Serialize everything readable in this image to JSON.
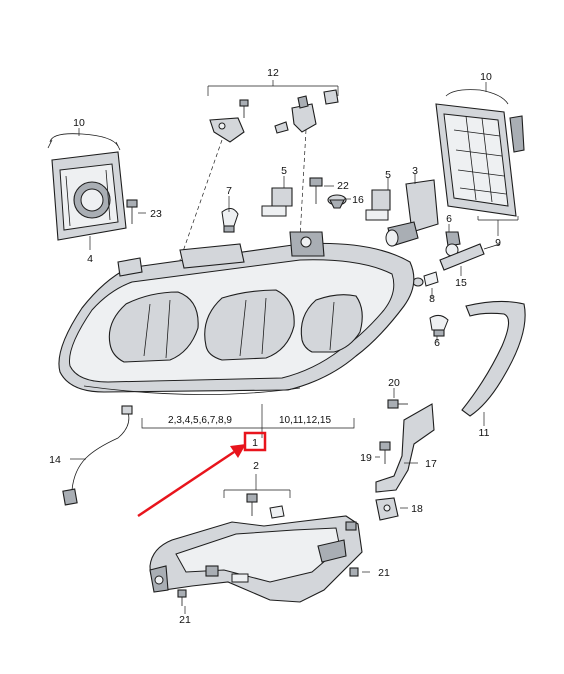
{
  "highlight_color": "#e8141c",
  "callouts": {
    "c1": "1",
    "c2": "2",
    "c3": "3",
    "c4": "4",
    "c5a": "5",
    "c5b": "5",
    "c6a": "6",
    "c6b": "6",
    "c7": "7",
    "c8": "8",
    "c9": "9",
    "c10a": "10",
    "c10b": "10",
    "c11": "11",
    "c12": "12",
    "c14": "14",
    "c15": "15",
    "c16": "16",
    "c17": "17",
    "c18": "18",
    "c19": "19",
    "c20": "20",
    "c21a": "21",
    "c21b": "21",
    "c22": "22",
    "c23": "23",
    "group_left": "2,3,4,5,6,7,8,9",
    "group_right": "10,11,12,15"
  }
}
